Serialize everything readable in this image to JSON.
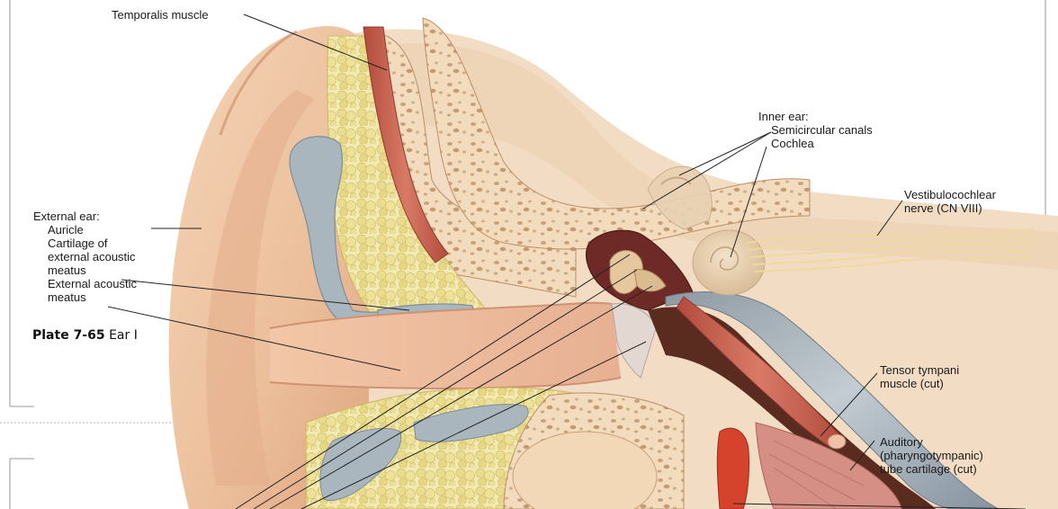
{
  "caption": {
    "plate_number": "Plate 7-65",
    "plate_title": "Ear I"
  },
  "labels": {
    "temporalis": "Temporalis muscle",
    "inner_ear_heading": "Inner ear:",
    "semicircular": "Semicircular canals",
    "cochlea": "Cochlea",
    "vestibulocochlear_1": "Vestibulocochlear",
    "vestibulocochlear_2": "nerve (CN VIII)",
    "external_ear_heading": "External ear:",
    "auricle": "Auricle",
    "cartilage_1": "Cartilage of",
    "cartilage_2": "external acoustic",
    "cartilage_3": "meatus",
    "meatus_1": "External acoustic",
    "meatus_2": "meatus",
    "tensor_1": "Tensor tympani",
    "tensor_2": "muscle (cut)",
    "auditory_1": "Auditory",
    "auditory_2": "(pharyngotympanic)",
    "auditory_3": "tube cartilage (cut)"
  },
  "colors": {
    "skin": "#efc7a4",
    "skin_shadow": "#d89a76",
    "bone": "#f1d9b6",
    "bone_pore": "#caa17a",
    "fat": "#efe4a6",
    "fat_cell": "#d8c873",
    "cartilage": "#a9b6bd",
    "muscle": "#c8604e",
    "inner_ear": "#e8cfae",
    "tympanic": "#6e2a26",
    "nerve": "#f2e1a9"
  }
}
